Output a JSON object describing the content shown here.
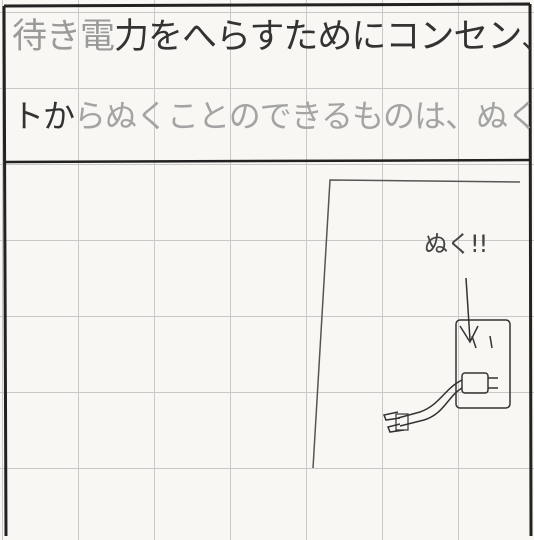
{
  "sheet": {
    "line1_a": "待き電",
    "line1_b": "力をへらすためにコンセン",
    "line1_c": "、",
    "line2_a": "トか",
    "line2_b": "らぬくことのできるもの",
    "line2_c": "は、ぬく",
    "line2_d": "゛"
  },
  "illustration": {
    "label": "ぬく!!"
  },
  "icons": {
    "arrow": "down-arrow-icon",
    "outlet": "wall-outlet-icon",
    "plug": "plug-icon"
  }
}
